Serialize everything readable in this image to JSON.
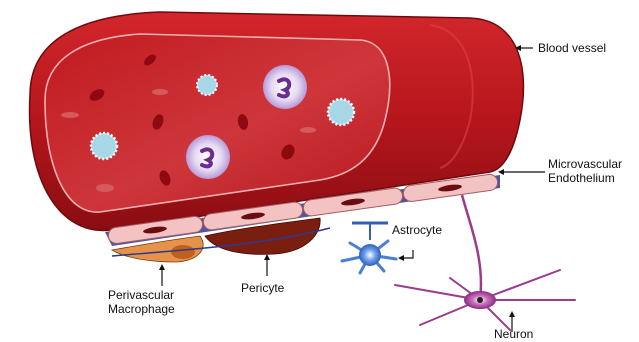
{
  "labels": {
    "blood_vessel": "Blood vessel",
    "endothelium_line1": "Microvascular",
    "endothelium_line2": "Endothelium",
    "astrocyte": "Astrocyte",
    "perivascular_line1": "Perivascular",
    "perivascular_line2": "Macrophage",
    "pericyte": "Pericyte",
    "neuron": "Neuron"
  },
  "colors": {
    "vessel_outer": "#b5161c",
    "vessel_inner": "#9e1218",
    "lumen": "#c8262c",
    "red_cell": "#8e0a10",
    "endothelial_cell": "#f3c3c3",
    "macrophage": "#e5924a",
    "pericyte": "#7a1e10",
    "astrocyte": "#4a7fd4",
    "neuron": "#9b3b8e",
    "leukocyte": "#c8b0e2",
    "platelet": "#a8d8e8"
  },
  "icons": [
    "red-blood-cell",
    "white-blood-cell",
    "platelet",
    "astrocyte",
    "neuron"
  ]
}
